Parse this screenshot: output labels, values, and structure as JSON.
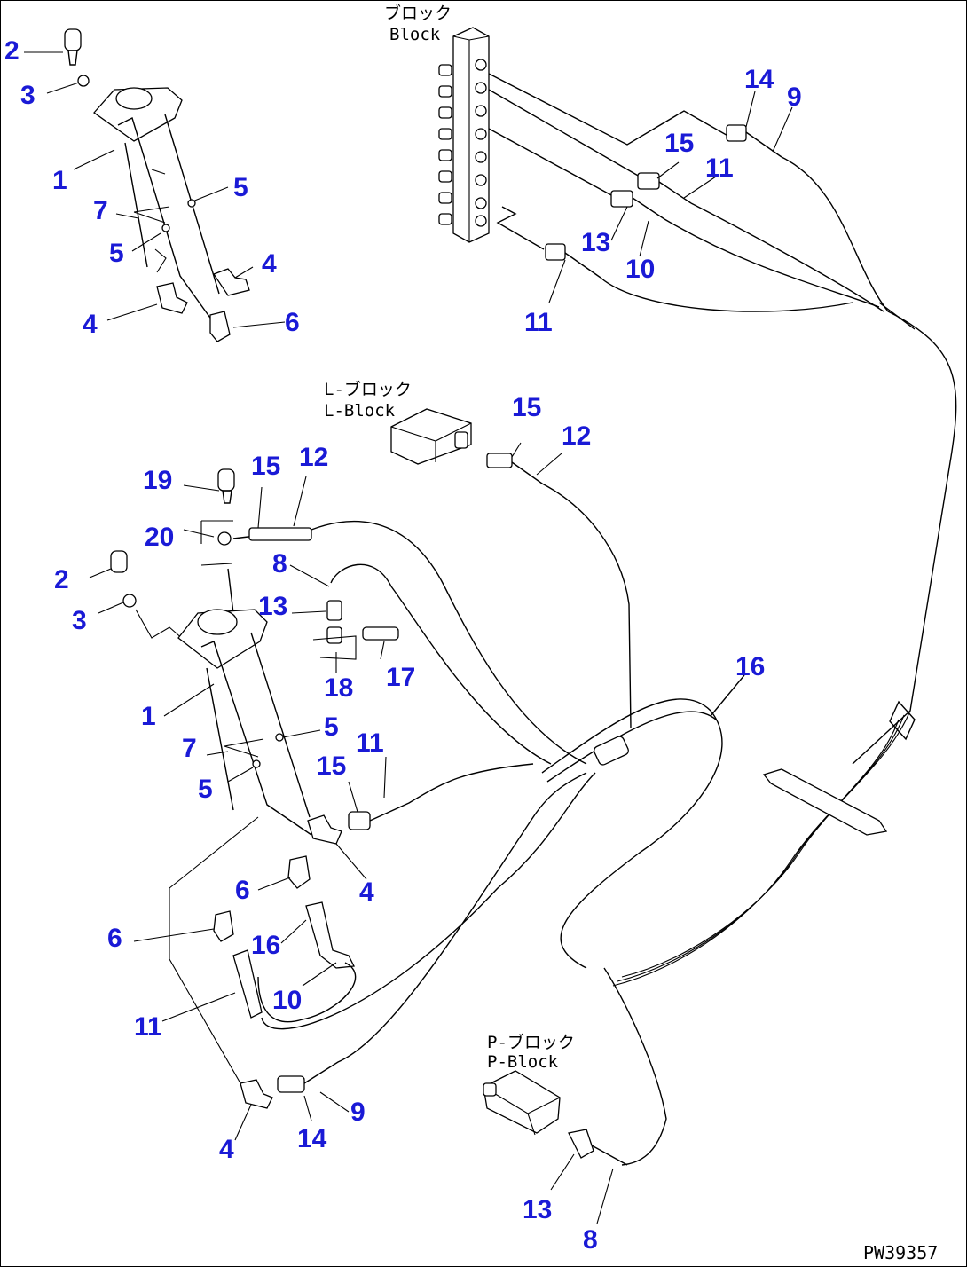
{
  "blocks": {
    "block_jp": "ブロック",
    "block_en": "Block",
    "l_block_jp": "L-ブロック",
    "l_block_en": "L-Block",
    "p_block_jp": "P-ブロック",
    "p_block_en": "P-Block"
  },
  "drawing_ref": "PW39357",
  "callouts": {
    "a": [
      "2",
      "3",
      "1",
      "5",
      "7",
      "5",
      "4",
      "4",
      "6"
    ],
    "b": [
      "14",
      "9",
      "15",
      "11",
      "13",
      "10",
      "11"
    ],
    "c": [
      "15",
      "12"
    ],
    "d": [
      "19",
      "15",
      "12",
      "20",
      "2",
      "8",
      "3",
      "13",
      "17",
      "18",
      "1",
      "5",
      "7",
      "15",
      "11",
      "5",
      "4",
      "16",
      "6",
      "6",
      "16",
      "10",
      "11",
      "4",
      "14",
      "9"
    ],
    "e": [
      "13",
      "8"
    ]
  },
  "colors": {
    "callout": "#1a1ad6",
    "line": "#000000"
  }
}
